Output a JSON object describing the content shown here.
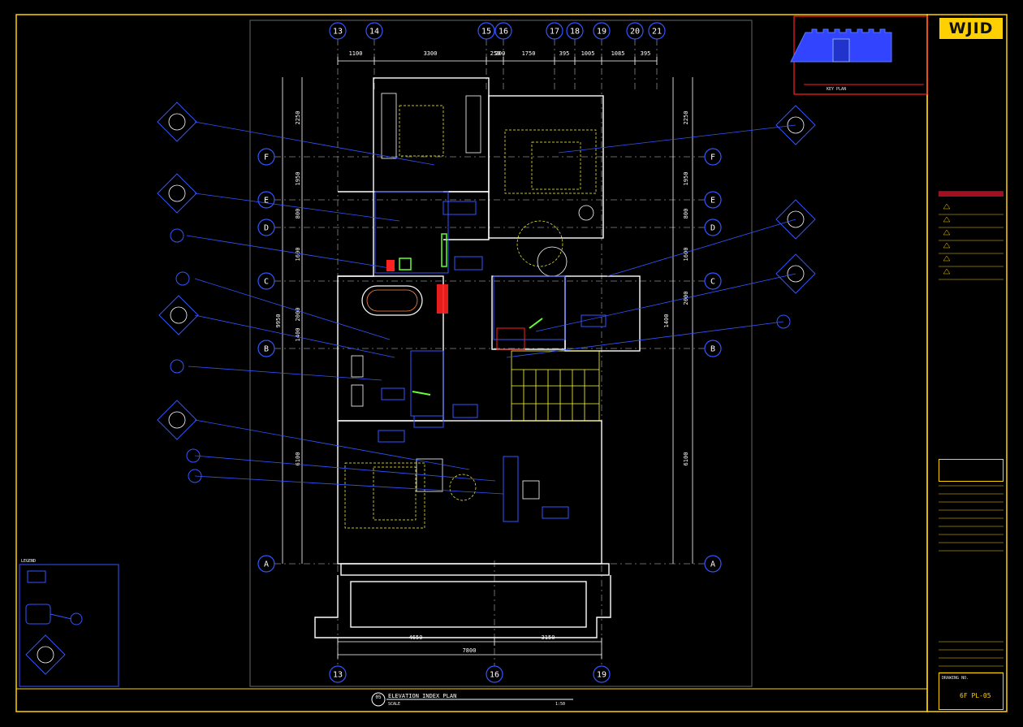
{
  "title_block": {
    "logo": "WJID",
    "key_plan_label": "KEY PLAN",
    "sheet_name": "ELEVATION INDEX PLAN",
    "sheet_scale_label": "SCALE",
    "sheet_scale": "1:50",
    "sheet_number": "6F PL-05",
    "sheet_circle": "05",
    "drawing_no_label": "DRAWING NO."
  },
  "grid_top": [
    "13",
    "14",
    "15",
    "16",
    "17",
    "18",
    "19",
    "20",
    "21"
  ],
  "grid_bottom": [
    "13",
    "16",
    "19"
  ],
  "grid_side": [
    "F",
    "E",
    "D",
    "C",
    "B",
    "A"
  ],
  "dims_top": [
    "1100",
    "3300",
    "250",
    "200",
    "1750",
    "395",
    "1005",
    "1085",
    "395"
  ],
  "dims_bottom": [
    "4650",
    "3150",
    "7800"
  ],
  "dims_left": [
    "2250",
    "1950",
    "800",
    "1600",
    "2000",
    "1400",
    "6100",
    "9950"
  ],
  "dims_right": [
    "2250",
    "1950",
    "800",
    "1600",
    "2000",
    "1400",
    "6100"
  ],
  "legend": {
    "title": "LEGEND"
  },
  "colors": {
    "bg": "#000000",
    "wall": "#ffffff",
    "yellow": "#ffff33",
    "cyan": "#33ffff",
    "blue": "#3355ff",
    "red": "#ff2020",
    "green": "#66ff33",
    "magenta": "#ff33ff",
    "titleYellow": "#ffd000"
  }
}
